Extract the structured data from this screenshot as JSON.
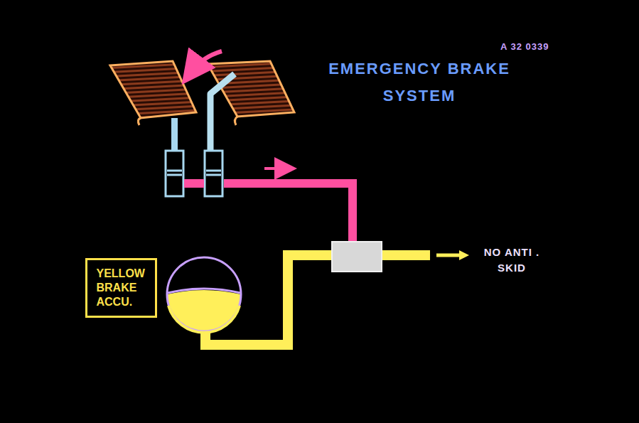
{
  "diagram": {
    "title": "EMERGENCY BRAKE SYSTEM",
    "nodes": [
      {
        "text": [
          "YELLOW BRAKE ACCU."
        ]
      }
    ],
    "labels": [
      "A 32 0339",
      "NO ANTI . SKID"
    ]
  }
}
